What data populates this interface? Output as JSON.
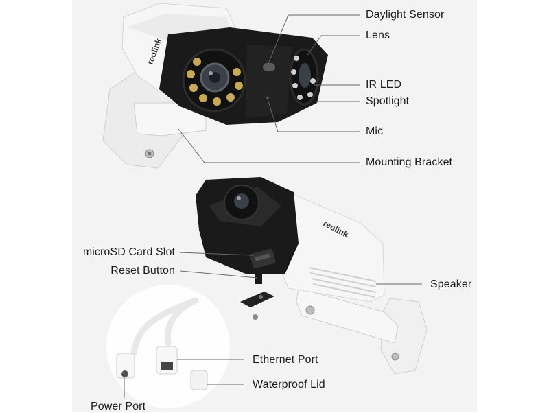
{
  "brand": {
    "logo_text": "reolink"
  },
  "colors": {
    "housing_white": "#f6f6f6",
    "housing_shadow": "#d9d9d9",
    "face_black": "#1a1a1a",
    "led_ring": "#c8a95a",
    "lens_glass": "#3b4048",
    "panel_bg": "#f3f3f3",
    "leader_line": "#666666",
    "text": "#1d1d1d"
  },
  "callouts": {
    "daylight_sensor": "Daylight Sensor",
    "lens": "Lens",
    "ir_led": "IR LED",
    "spotlight": "Spotlight",
    "mic": "Mic",
    "mounting_bracket": "Mounting Bracket",
    "microsd_slot": "microSD Card Slot",
    "reset_button": "Reset Button",
    "speaker": "Speaker",
    "ethernet_port": "Ethernet Port",
    "waterproof_lid": "Waterproof Lid",
    "power_port": "Power Port"
  }
}
